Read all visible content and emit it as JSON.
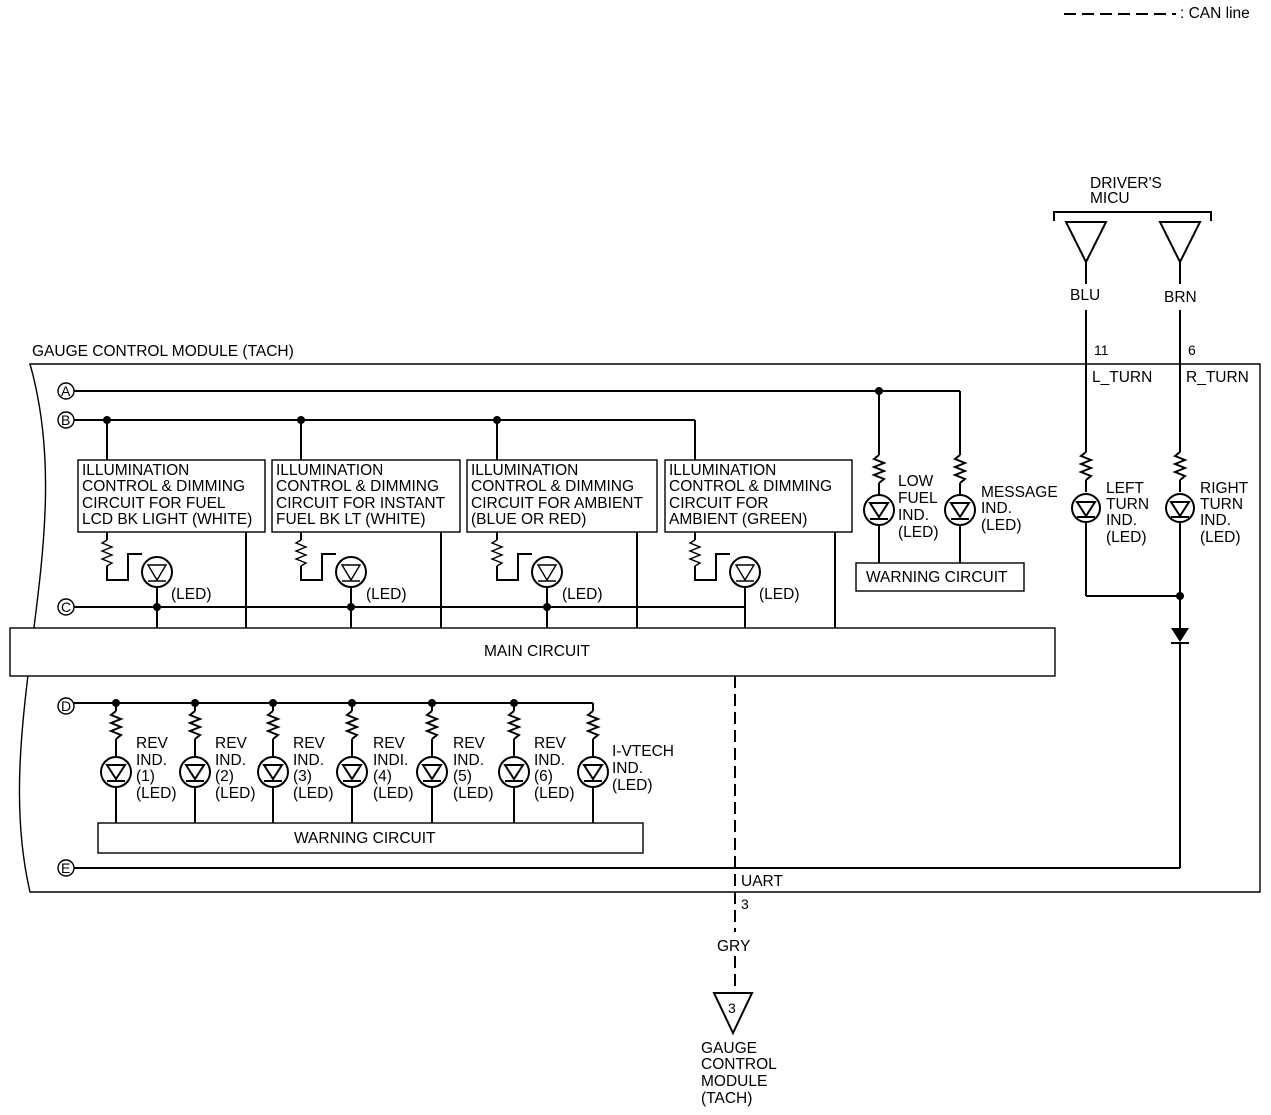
{
  "legend": {
    "can_line": ": CAN line"
  },
  "module_title": "GAUGE CONTROL MODULE (TACH)",
  "drivers_micu": {
    "line1": "DRIVER'S",
    "line2": "MICU"
  },
  "turn": {
    "left": {
      "wire_color": "BLU",
      "pin": "11",
      "signal": "L_TURN",
      "label": [
        "LEFT",
        "TURN",
        "IND.",
        "(LED)"
      ]
    },
    "right": {
      "wire_color": "BRN",
      "pin": "6",
      "signal": "R_TURN",
      "label": [
        "RIGHT",
        "TURN",
        "IND.",
        "(LED)"
      ]
    }
  },
  "bus_labels": {
    "a": "A",
    "b": "B",
    "c": "C",
    "d": "D",
    "e": "E"
  },
  "illumination_boxes": [
    [
      "ILLUMINATION",
      "CONTROL & DIMMING",
      "CIRCUIT FOR FUEL",
      "LCD BK LIGHT (WHITE)"
    ],
    [
      "ILLUMINATION",
      "CONTROL & DIMMING",
      "CIRCUIT FOR INSTANT",
      "FUEL BK LT (WHITE)"
    ],
    [
      "ILLUMINATION",
      "CONTROL & DIMMING",
      "CIRCUIT FOR AMBIENT",
      "(BLUE OR RED)"
    ],
    [
      "ILLUMINATION",
      "CONTROL & DIMMING",
      "CIRCUIT FOR",
      "AMBIENT (GREEN)"
    ]
  ],
  "led_label": "(LED)",
  "upper_indicators": {
    "low_fuel": [
      "LOW",
      "FUEL",
      "IND.",
      "(LED)"
    ],
    "message": [
      "MESSAGE",
      "IND.",
      "(LED)"
    ]
  },
  "warning_circuit": "WARNING CIRCUIT",
  "main_circuit": "MAIN CIRCUIT",
  "rev_indicators": [
    [
      "REV",
      "IND.",
      "(1)",
      "(LED)"
    ],
    [
      "REV",
      "IND.",
      "(2)",
      "(LED)"
    ],
    [
      "REV",
      "IND.",
      "(3)",
      "(LED)"
    ],
    [
      "REV",
      "INDI.",
      "(4)",
      "(LED)"
    ],
    [
      "REV",
      "IND.",
      "(5)",
      "(LED)"
    ],
    [
      "REV",
      "IND.",
      "(6)",
      "(LED)"
    ]
  ],
  "ivtech": [
    "I-VTECH",
    "IND.",
    "(LED)"
  ],
  "uart": {
    "signal": "UART",
    "pin": "3",
    "wire_color": "GRY",
    "connector": "3"
  },
  "target": [
    "GAUGE",
    "CONTROL",
    "MODULE",
    "(TACH)"
  ]
}
